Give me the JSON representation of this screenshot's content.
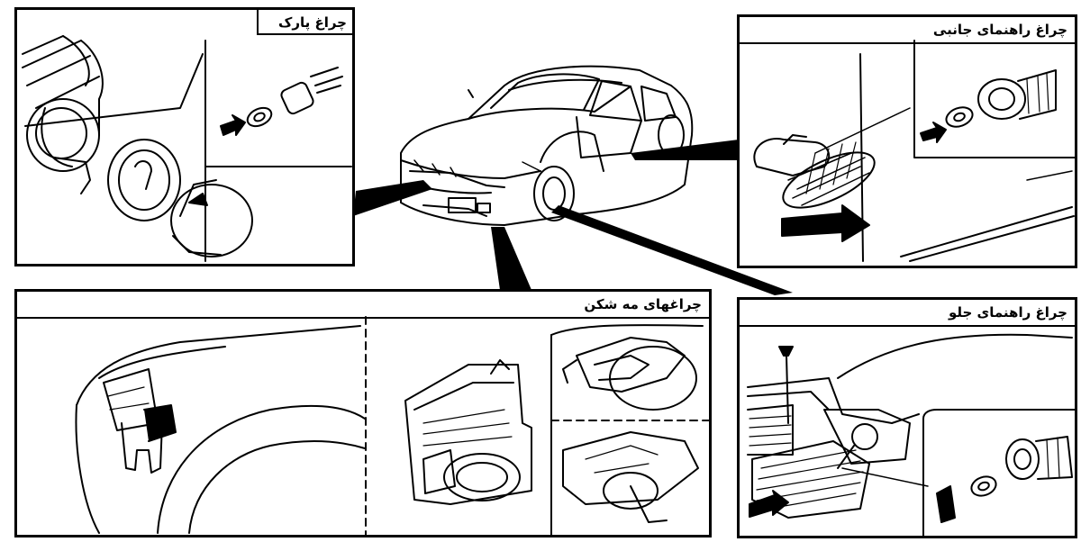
{
  "panels": {
    "park_light": {
      "title": "چراغ پارک"
    },
    "side_turn_signal": {
      "title": "چراغ راهنمای جانبی"
    },
    "fog_lights": {
      "title": "چراغهای مه شکن"
    },
    "front_turn_signal": {
      "title": "چراغ راهنمای جلو"
    }
  },
  "colors": {
    "ink": "#000000",
    "paper": "#ffffff",
    "gray": "#c8c8c8"
  },
  "icons": [
    "car-illustration",
    "bulb-socket-icon",
    "bulb-icon",
    "removal-arrow-icon",
    "lamp-housing-icon",
    "lens-cover-icon",
    "fender-icon",
    "screwdriver-icon"
  ]
}
